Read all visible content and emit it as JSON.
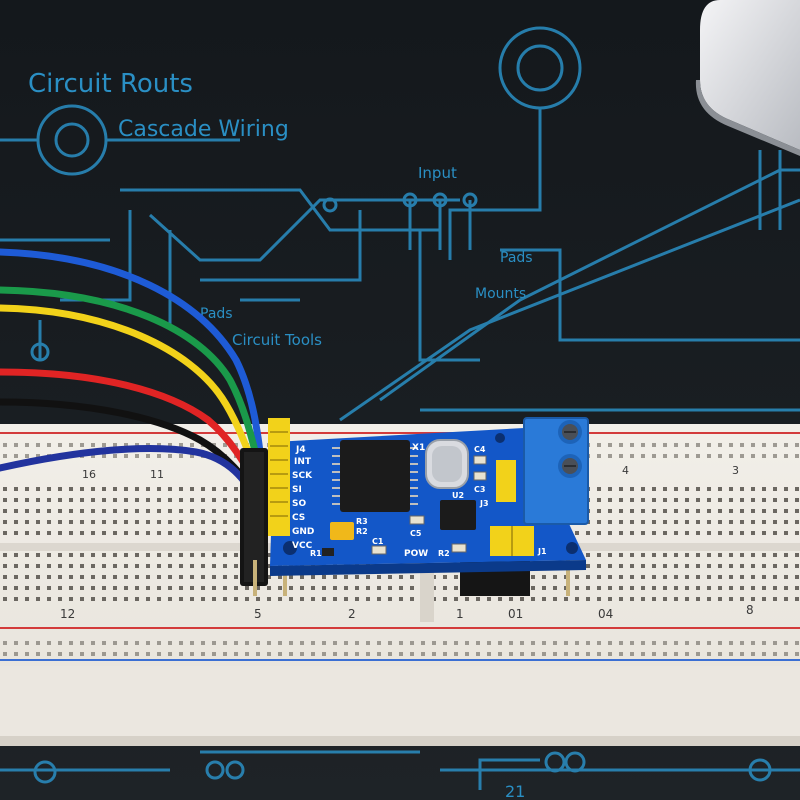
{
  "mat": {
    "title_1": "Circuit Routs",
    "title_2": "Cascade Wiring",
    "label_1": "Input",
    "label_2": "Pads",
    "label_3": "Mounts",
    "label_4": "Circuit Tools",
    "label_5": "Pads",
    "label_6": "21"
  },
  "board": {
    "color": "#1357c8",
    "labels": {
      "j4": "J4",
      "int": "INT",
      "sck": "SCK",
      "si": "SI",
      "so": "SO",
      "cs": "CS",
      "gnd": "GND",
      "vcc": "VCC",
      "x1": "X1",
      "c4": "C4",
      "c3": "C3",
      "u2": "U2",
      "j3": "J3",
      "r3": "R3",
      "r2a": "R2",
      "r1": "R1",
      "c1": "C1",
      "c5": "C5",
      "pow": "POW",
      "r2b": "R2",
      "j1": "J1"
    }
  },
  "breadboard": {
    "numbers": [
      "12",
      "5",
      "2",
      "1",
      "01",
      "04",
      "8",
      "16",
      "11",
      "4",
      "3"
    ]
  },
  "wires": {
    "colors": [
      "#1e5bd6",
      "#1a9a4a",
      "#f2d21a",
      "#e02424",
      "#111111",
      "#22339e"
    ]
  }
}
